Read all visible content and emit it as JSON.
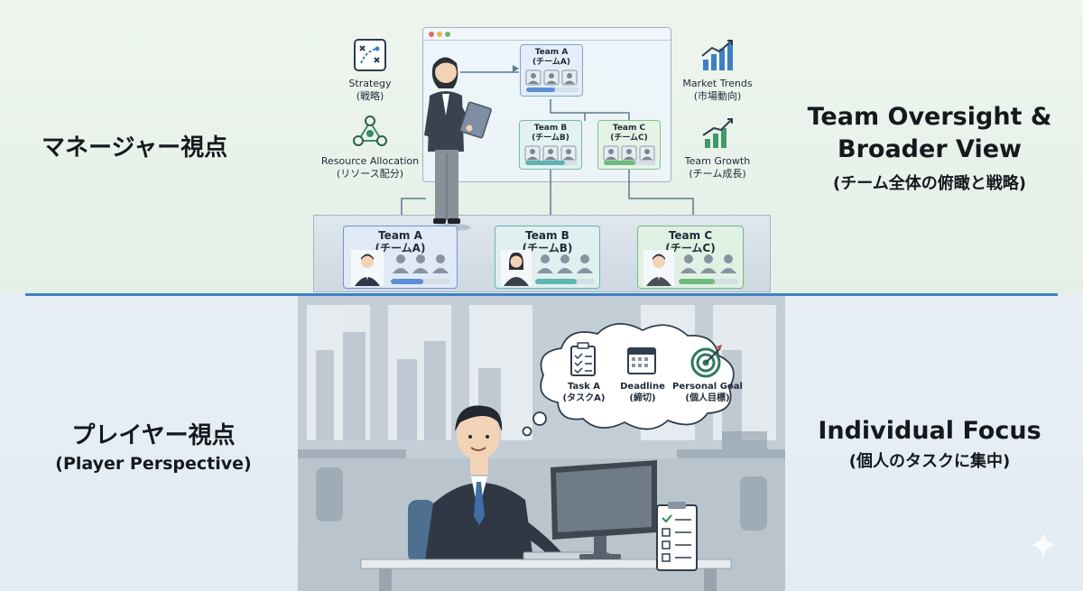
{
  "manager": {
    "title": "マネージャー視点",
    "right_title_line1": "Team Oversight &",
    "right_title_line2": "Broader View",
    "right_sub": "(チーム全体の俯瞰と戦略)"
  },
  "player": {
    "title": "プレイヤー視点",
    "subtitle": "(Player Perspective)",
    "right_title": "Individual Focus",
    "right_sub": "(個人のタスクに集中)"
  },
  "concepts": {
    "strategy": {
      "en": "Strategy",
      "jp": "(戦略)",
      "icon": "strategy-board-icon"
    },
    "resource": {
      "en": "Resource Allocation",
      "jp": "(リソース配分)",
      "icon": "network-icon"
    },
    "market": {
      "en": "Market Trends",
      "jp": "(市場動向)",
      "icon": "bar-chart-icon"
    },
    "growth": {
      "en": "Team Growth",
      "jp": "(チーム成長)",
      "icon": "growth-chart-icon"
    }
  },
  "screen_teams": [
    {
      "name": "Team A",
      "jp": "(チームA)",
      "progress": 0.55,
      "color": "#5b8fd1"
    },
    {
      "name": "Team B",
      "jp": "(チームB)",
      "progress": 0.75,
      "color": "#5fb3b3"
    },
    {
      "name": "Team C",
      "jp": "(チームC)",
      "progress": 0.6,
      "color": "#6dbb7d"
    }
  ],
  "platform_teams": [
    {
      "name": "Team A",
      "jp": "(チームA)",
      "progress": 0.55,
      "color": "#5b8fd1"
    },
    {
      "name": "Team B",
      "jp": "(チームB)",
      "progress": 0.7,
      "color": "#5fb3b3"
    },
    {
      "name": "Team C",
      "jp": "(チームC)",
      "progress": 0.6,
      "color": "#6dbb7d"
    }
  ],
  "thought": {
    "task": {
      "en": "Task A",
      "jp": "(タスクA)",
      "icon": "checklist-icon"
    },
    "deadline": {
      "en": "Deadline",
      "jp": "(締切)",
      "icon": "calendar-icon"
    },
    "goal": {
      "en": "Personal Goal",
      "jp": "(個人目標)",
      "icon": "target-icon"
    }
  },
  "colors": {
    "divider": "#3f7fc4",
    "team_a": "#5b8fd1",
    "team_b": "#5fb3b3",
    "team_c": "#6dbb7d"
  }
}
